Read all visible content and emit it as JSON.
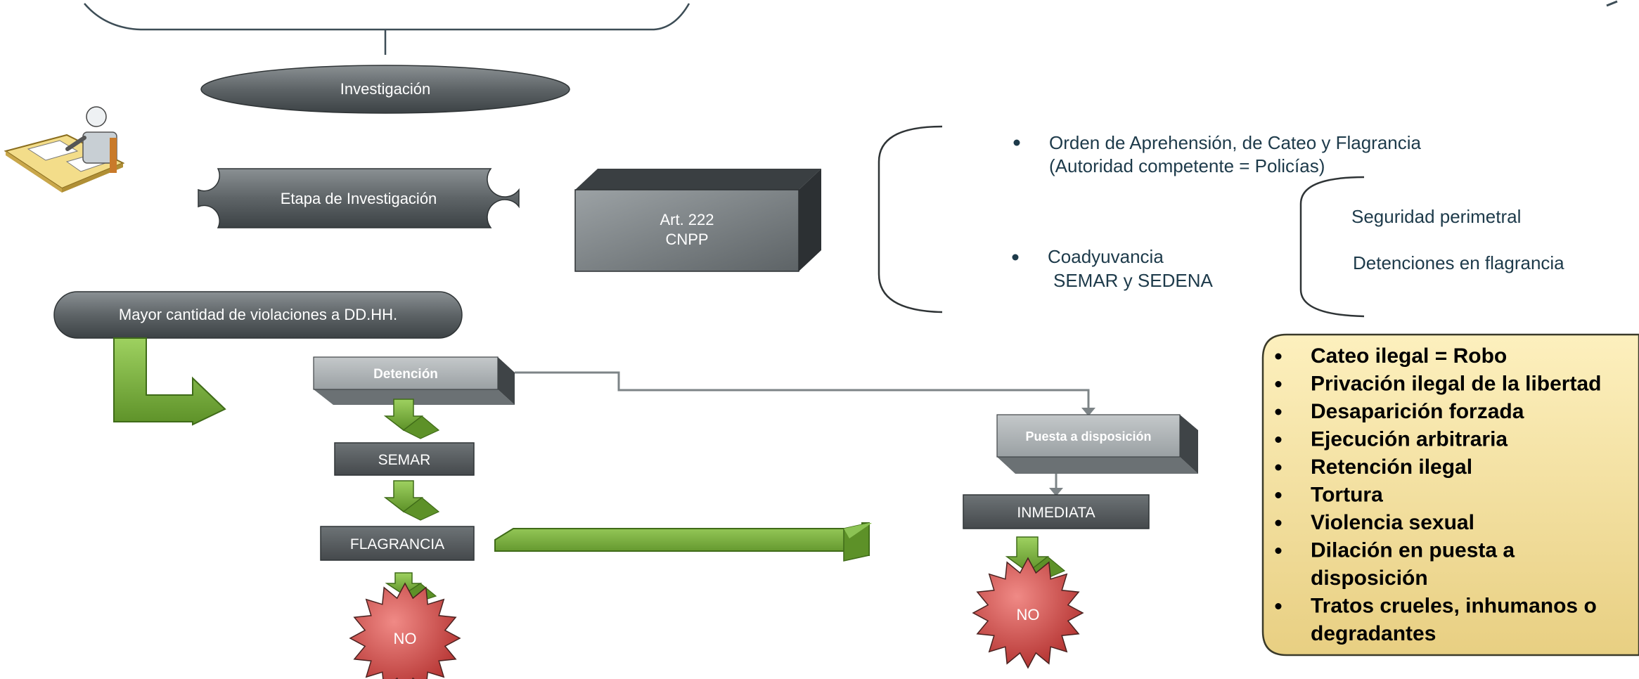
{
  "nodes": {
    "investigacion": "Investigación",
    "etapa": "Etapa de Investigación",
    "art_line1": "Art. 222",
    "art_line2": "CNPP",
    "mayor": "Mayor cantidad de violaciones a DD.HH.",
    "detencion": "Detención",
    "semar": "SEMAR",
    "flagrancia": "FLAGRANCIA",
    "no_left": "NO",
    "puesta": "Puesta a disposición",
    "inmediata": "INMEDIATA",
    "no_right": "NO"
  },
  "bullets": {
    "orden_line1": "Orden de Aprehensión, de Cateo y Flagrancia",
    "orden_line2": "(Autoridad competente = Policías)",
    "coad_line1": "Coadyuvancia",
    "coad_line2": "SEMAR y SEDENA"
  },
  "sub_items": [
    "Seguridad perimetral",
    "Detenciones en flagrancia"
  ],
  "violations": [
    "Cateo ilegal = Robo",
    "Privación ilegal de la libertad",
    "Desaparición forzada",
    "Ejecución arbitraria",
    "Retención ilegal",
    "Tortura",
    "Violencia sexual",
    "Dilación en puesta a",
    "disposición",
    "Tratos crueles, inhumanos o",
    "degradantes"
  ],
  "colors": {
    "dark_gray": "#4f5457",
    "mid_gray": "#6e7477",
    "light_gray": "#aeb3b5",
    "green": "#7eb043",
    "green_dark": "#4d7a22",
    "red": "#d24a48",
    "yellow": "#fbeaac",
    "text_blue": "#1d3a4a"
  }
}
